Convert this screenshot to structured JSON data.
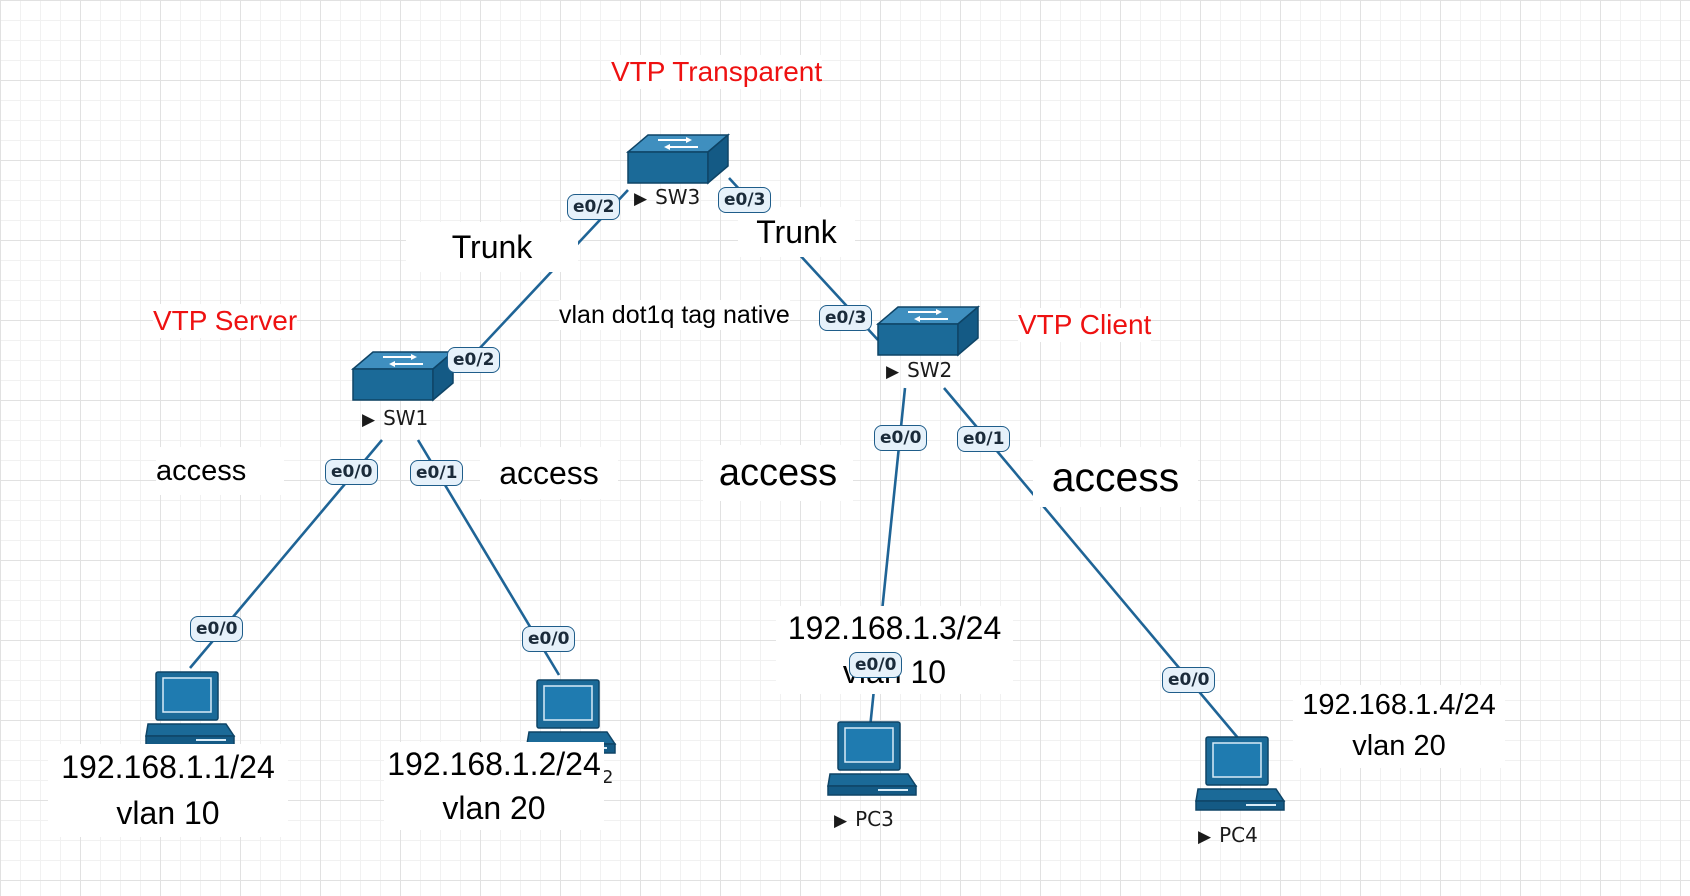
{
  "devices": {
    "sw3": {
      "name": "SW3",
      "role": "VTP Transparent"
    },
    "sw1": {
      "name": "SW1",
      "role": "VTP Server"
    },
    "sw2": {
      "name": "SW2",
      "role": "VTP Client"
    },
    "pc1": {
      "name": "",
      "ip": "192.168.1.1/24",
      "vlan": "vlan 10"
    },
    "pc2": {
      "name": "2",
      "ip": "192.168.1.2/24",
      "vlan": "vlan 20"
    },
    "pc3": {
      "name": "PC3",
      "ip": "192.168.1.3/24",
      "vlan": "vlan 10"
    },
    "pc4": {
      "name": "PC4",
      "ip": "192.168.1.4/24",
      "vlan": "vlan 20"
    }
  },
  "links": {
    "sw3_sw1": {
      "port_a": "e0/2",
      "port_b": "e0/2",
      "mode": "Trunk"
    },
    "sw3_sw2": {
      "port_a": "e0/3",
      "port_b": "e0/3",
      "mode": "Trunk",
      "note": "vlan dot1q tag native"
    },
    "sw1_pc1": {
      "port_a": "e0/0",
      "port_b": "e0/0",
      "mode": "access"
    },
    "sw1_pc2": {
      "port_a": "e0/1",
      "port_b": "e0/0",
      "mode": "access"
    },
    "sw2_pc3": {
      "port_a": "e0/0",
      "port_b": "e0/0",
      "mode": "access"
    },
    "sw2_pc4": {
      "port_a": "e0/1",
      "port_b": "e0/0",
      "mode": "access"
    }
  },
  "colors": {
    "link": "#1f6496",
    "device": "#1b6a98",
    "role_label": "#ee1111",
    "port_bg": "#e6f1fa"
  }
}
